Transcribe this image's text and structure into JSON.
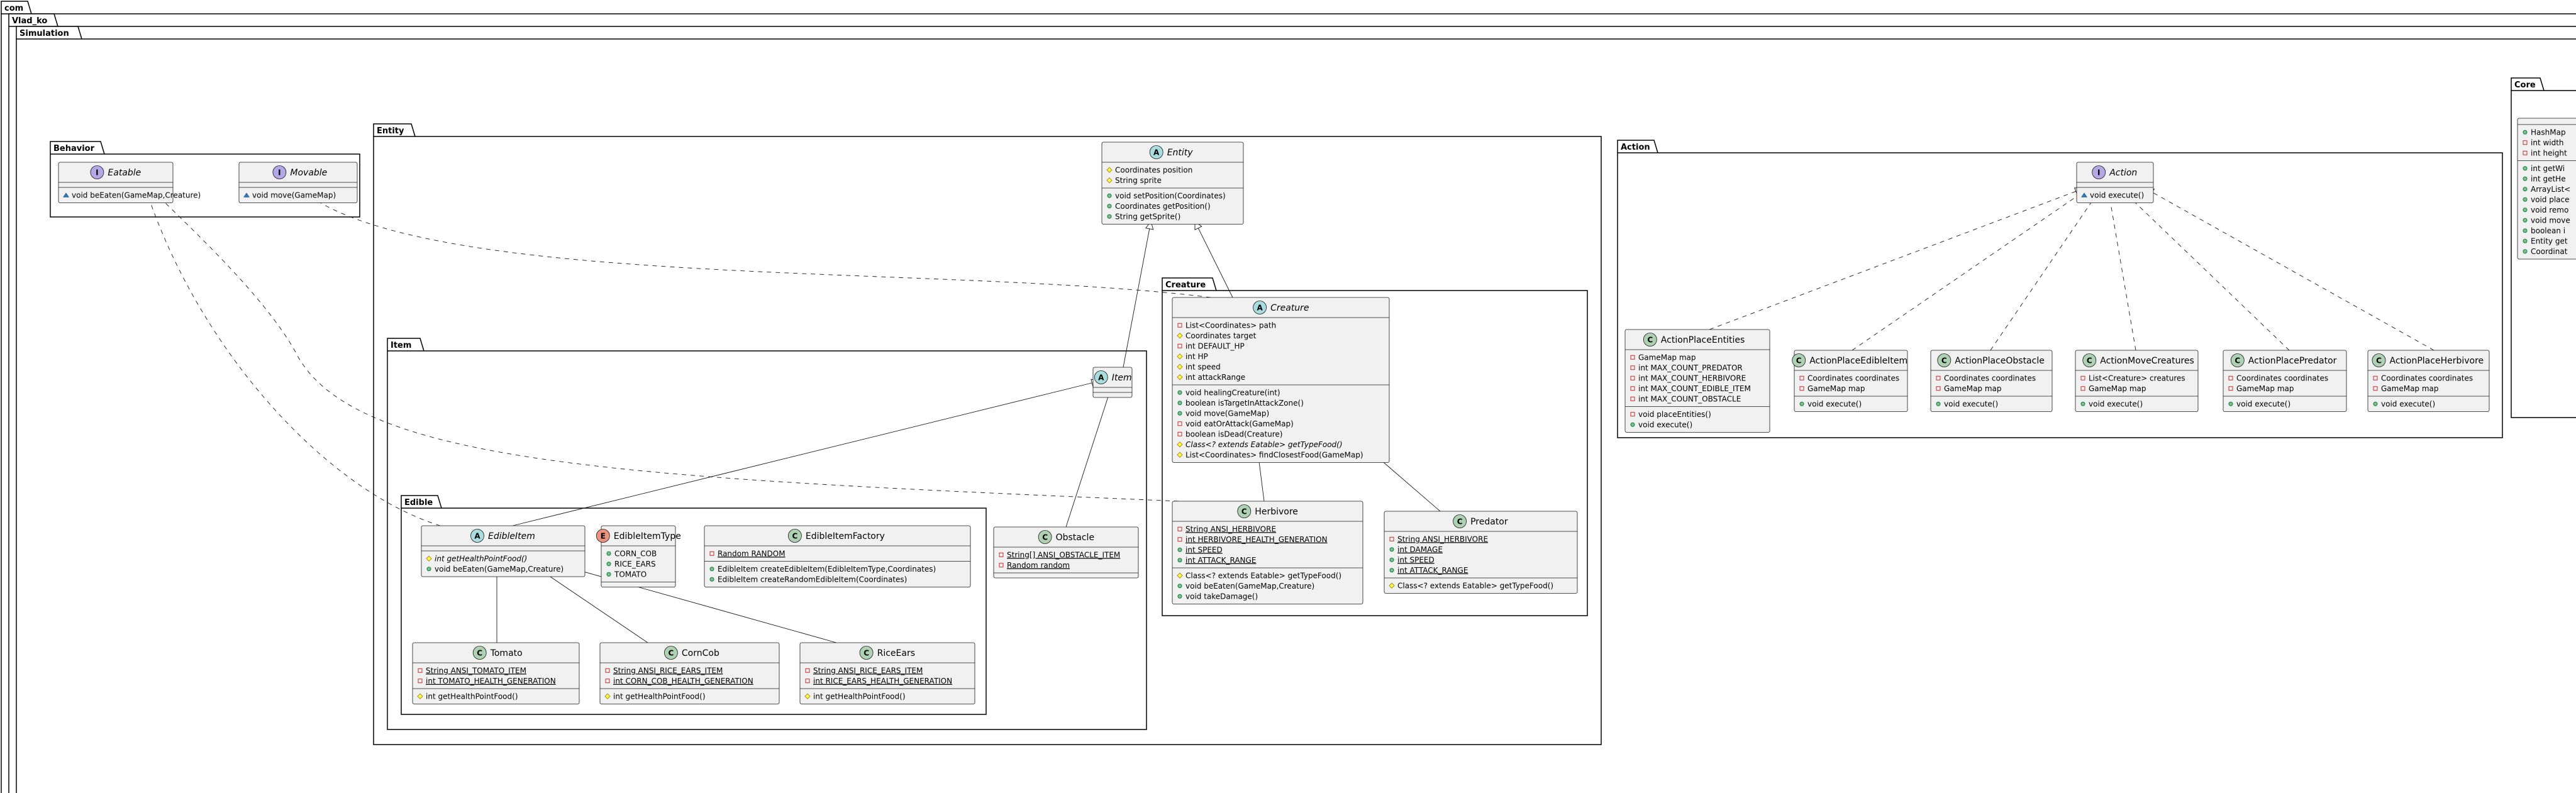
{
  "packages": [
    {
      "id": "com",
      "name": "com"
    },
    {
      "id": "vladko",
      "name": "Vlad_ko"
    },
    {
      "id": "simulation",
      "name": "Simulation"
    },
    {
      "id": "behavior",
      "name": "Behavior"
    },
    {
      "id": "entity",
      "name": "Entity"
    },
    {
      "id": "creature",
      "name": "Creature"
    },
    {
      "id": "item",
      "name": "Item"
    },
    {
      "id": "edible",
      "name": "Edible"
    },
    {
      "id": "action",
      "name": "Action"
    },
    {
      "id": "core",
      "name": "Core"
    }
  ],
  "classes": [
    {
      "id": "eatable",
      "kind": "interface",
      "name": "Eatable",
      "fields": [],
      "methods": [
        {
          "vis": "~",
          "text": "void beEaten(GameMap,Creature)"
        }
      ]
    },
    {
      "id": "movable",
      "kind": "interface",
      "name": "Movable",
      "fields": [],
      "methods": [
        {
          "vis": "~",
          "text": "void move(GameMap)"
        }
      ]
    },
    {
      "id": "entityc",
      "kind": "abstract",
      "name": "Entity",
      "fields": [
        {
          "vis": "#",
          "text": "Coordinates position"
        },
        {
          "vis": "#",
          "text": "String sprite"
        }
      ],
      "methods": [
        {
          "vis": "+",
          "text": "void setPosition(Coordinates)"
        },
        {
          "vis": "+",
          "text": "Coordinates getPosition()"
        },
        {
          "vis": "+",
          "text": "String getSprite()"
        }
      ]
    },
    {
      "id": "creaturec",
      "kind": "abstract",
      "name": "Creature",
      "fields": [
        {
          "vis": "-",
          "text": "List<Coordinates> path"
        },
        {
          "vis": "#",
          "text": "Coordinates target"
        },
        {
          "vis": "-",
          "text": "int DEFAULT_HP"
        },
        {
          "vis": "#",
          "text": "int HP"
        },
        {
          "vis": "#",
          "text": "int speed"
        },
        {
          "vis": "#",
          "text": "int attackRange"
        }
      ],
      "methods": [
        {
          "vis": "+",
          "text": "void healingCreature(int)"
        },
        {
          "vis": "+",
          "text": "boolean isTargetInAttackZone()"
        },
        {
          "vis": "+",
          "text": "void move(GameMap)"
        },
        {
          "vis": "-",
          "text": "void eatOrAttack(GameMap)"
        },
        {
          "vis": "-",
          "text": "boolean isDead(Creature)"
        },
        {
          "vis": "#",
          "text": "Class<? extends Eatable> getTypeFood()",
          "abstract": true
        },
        {
          "vis": "#",
          "text": "List<Coordinates> findClosestFood(GameMap)"
        }
      ]
    },
    {
      "id": "itemc",
      "kind": "abstract",
      "name": "Item",
      "fields": [],
      "methods": []
    },
    {
      "id": "herbivore",
      "kind": "class",
      "name": "Herbivore",
      "fields": [
        {
          "vis": "-",
          "text": "String ANSI_HERBIVORE",
          "static": true
        },
        {
          "vis": "-",
          "text": "int HERBIVORE_HEALTH_GENERATION",
          "static": true
        },
        {
          "vis": "+",
          "text": "int SPEED",
          "static": true
        },
        {
          "vis": "+",
          "text": "int ATTACK_RANGE",
          "static": true
        }
      ],
      "methods": [
        {
          "vis": "#",
          "text": "Class<? extends Eatable> getTypeFood()"
        },
        {
          "vis": "+",
          "text": "void beEaten(GameMap,Creature)"
        },
        {
          "vis": "+",
          "text": "void takeDamage()"
        }
      ]
    },
    {
      "id": "predator",
      "kind": "class",
      "name": "Predator",
      "fields": [
        {
          "vis": "-",
          "text": "String ANSI_HERBIVORE",
          "static": true
        },
        {
          "vis": "+",
          "text": "int DAMAGE",
          "static": true
        },
        {
          "vis": "+",
          "text": "int SPEED",
          "static": true
        },
        {
          "vis": "+",
          "text": "int ATTACK_RANGE",
          "static": true
        }
      ],
      "methods": [
        {
          "vis": "#",
          "text": "Class<? extends Eatable> getTypeFood()"
        }
      ]
    },
    {
      "id": "edibleitem",
      "kind": "abstract",
      "name": "EdibleItem",
      "fields": [],
      "methods": [
        {
          "vis": "#",
          "text": "int getHealthPointFood()",
          "abstract": true
        },
        {
          "vis": "+",
          "text": "void beEaten(GameMap,Creature)"
        }
      ]
    },
    {
      "id": "edibletype",
      "kind": "enum",
      "name": "EdibleItemType",
      "fields": [
        {
          "vis": "+",
          "text": "CORN_COB"
        },
        {
          "vis": "+",
          "text": "RICE_EARS"
        },
        {
          "vis": "+",
          "text": "TOMATO"
        }
      ],
      "methods": []
    },
    {
      "id": "ediblefactory",
      "kind": "class",
      "name": "EdibleItemFactory",
      "fields": [
        {
          "vis": "-",
          "text": "Random RANDOM",
          "static": true
        }
      ],
      "methods": [
        {
          "vis": "+",
          "text": "EdibleItem createEdibleItem(EdibleItemType,Coordinates)"
        },
        {
          "vis": "+",
          "text": "EdibleItem createRandomEdibleItem(Coordinates)"
        }
      ]
    },
    {
      "id": "obstacle",
      "kind": "class",
      "name": "Obstacle",
      "fields": [
        {
          "vis": "-",
          "text": "String[] ANSI_OBSTACLE_ITEM",
          "static": true
        },
        {
          "vis": "-",
          "text": "Random random",
          "static": true
        }
      ],
      "methods": []
    },
    {
      "id": "tomato",
      "kind": "class",
      "name": "Tomato",
      "fields": [
        {
          "vis": "-",
          "text": "String ANSI_TOMATO_ITEM",
          "static": true
        },
        {
          "vis": "-",
          "text": "int TOMATO_HEALTH_GENERATION",
          "static": true
        }
      ],
      "methods": [
        {
          "vis": "#",
          "text": "int getHealthPointFood()"
        }
      ]
    },
    {
      "id": "corncob",
      "kind": "class",
      "name": "CornCob",
      "fields": [
        {
          "vis": "-",
          "text": "String ANSI_RICE_EARS_ITEM",
          "static": true
        },
        {
          "vis": "-",
          "text": "int CORN_COB_HEALTH_GENERATION",
          "static": true
        }
      ],
      "methods": [
        {
          "vis": "#",
          "text": "int getHealthPointFood()"
        }
      ]
    },
    {
      "id": "riceears",
      "kind": "class",
      "name": "RiceEars",
      "fields": [
        {
          "vis": "-",
          "text": "String ANSI_RICE_EARS_ITEM",
          "static": true
        },
        {
          "vis": "-",
          "text": "int RICE_EARS_HEALTH_GENERATION",
          "static": true
        }
      ],
      "methods": [
        {
          "vis": "#",
          "text": "int getHealthPointFood()"
        }
      ]
    },
    {
      "id": "actioni",
      "kind": "interface",
      "name": "Action",
      "fields": [],
      "methods": [
        {
          "vis": "~",
          "text": "void execute()"
        }
      ]
    },
    {
      "id": "a_entities",
      "kind": "class",
      "name": "ActionPlaceEntities",
      "fields": [
        {
          "vis": "-",
          "text": "GameMap map"
        },
        {
          "vis": "-",
          "text": "int MAX_COUNT_PREDATOR"
        },
        {
          "vis": "-",
          "text": "int MAX_COUNT_HERBIVORE"
        },
        {
          "vis": "-",
          "text": "int MAX_COUNT_EDIBLE_ITEM"
        },
        {
          "vis": "-",
          "text": "int MAX_COUNT_OBSTACLE"
        }
      ],
      "methods": [
        {
          "vis": "-",
          "text": "void placeEntities()"
        },
        {
          "vis": "+",
          "text": "void execute()"
        }
      ]
    },
    {
      "id": "a_edible",
      "kind": "class",
      "name": "ActionPlaceEdibleItem",
      "fields": [
        {
          "vis": "-",
          "text": "Coordinates coordinates"
        },
        {
          "vis": "-",
          "text": "GameMap map"
        }
      ],
      "methods": [
        {
          "vis": "+",
          "text": "void execute()"
        }
      ]
    },
    {
      "id": "a_obstacle",
      "kind": "class",
      "name": "ActionPlaceObstacle",
      "fields": [
        {
          "vis": "-",
          "text": "Coordinates coordinates"
        },
        {
          "vis": "-",
          "text": "GameMap map"
        }
      ],
      "methods": [
        {
          "vis": "+",
          "text": "void execute()"
        }
      ]
    },
    {
      "id": "a_move",
      "kind": "class",
      "name": "ActionMoveCreatures",
      "fields": [
        {
          "vis": "-",
          "text": "List<Creature> creatures"
        },
        {
          "vis": "-",
          "text": "GameMap map"
        }
      ],
      "methods": [
        {
          "vis": "+",
          "text": "void execute()"
        }
      ]
    },
    {
      "id": "a_predator",
      "kind": "class",
      "name": "ActionPlacePredator",
      "fields": [
        {
          "vis": "-",
          "text": "Coordinates coordinates"
        },
        {
          "vis": "-",
          "text": "GameMap map"
        }
      ],
      "methods": [
        {
          "vis": "+",
          "text": "void execute()"
        }
      ]
    },
    {
      "id": "a_herbivore",
      "kind": "class",
      "name": "ActionPlaceHerbivore",
      "fields": [
        {
          "vis": "-",
          "text": "Coordinates coordinates"
        },
        {
          "vis": "-",
          "text": "GameMap map"
        }
      ],
      "methods": [
        {
          "vis": "+",
          "text": "void execute()"
        }
      ]
    },
    {
      "id": "gamemap",
      "kind": "partial",
      "name": "",
      "fields": [
        {
          "vis": "+",
          "text": "HashMap"
        },
        {
          "vis": "-",
          "text": "int width"
        },
        {
          "vis": "-",
          "text": "int height"
        }
      ],
      "methods": [
        {
          "vis": "+",
          "text": "int getWi"
        },
        {
          "vis": "+",
          "text": "int getHe"
        },
        {
          "vis": "+",
          "text": "ArrayList<"
        },
        {
          "vis": "+",
          "text": "void place"
        },
        {
          "vis": "+",
          "text": "void remo"
        },
        {
          "vis": "+",
          "text": "void move"
        },
        {
          "vis": "+",
          "text": "boolean i"
        },
        {
          "vis": "+",
          "text": "Entity get"
        },
        {
          "vis": "+",
          "text": "Coordinat"
        }
      ]
    }
  ],
  "relations": [
    {
      "from": "entityc",
      "to": "itemc",
      "type": "extends"
    },
    {
      "from": "entityc",
      "to": "creaturec",
      "type": "extends"
    },
    {
      "from": "itemc",
      "to": "edibleitem",
      "type": "extends"
    },
    {
      "from": "itemc",
      "to": "obstacle",
      "type": "extends"
    },
    {
      "from": "creaturec",
      "to": "herbivore",
      "type": "extends"
    },
    {
      "from": "creaturec",
      "to": "predator",
      "type": "extends"
    },
    {
      "from": "edibleitem",
      "to": "tomato",
      "type": "extends"
    },
    {
      "from": "edibleitem",
      "to": "corncob",
      "type": "extends"
    },
    {
      "from": "edibleitem",
      "to": "riceears",
      "type": "extends"
    },
    {
      "from": "eatable",
      "to": "edibleitem",
      "type": "implements"
    },
    {
      "from": "eatable",
      "to": "herbivore",
      "type": "implements"
    },
    {
      "from": "movable",
      "to": "creaturec",
      "type": "implements"
    },
    {
      "from": "actioni",
      "to": "a_entities",
      "type": "implements"
    },
    {
      "from": "actioni",
      "to": "a_edible",
      "type": "implements"
    },
    {
      "from": "actioni",
      "to": "a_obstacle",
      "type": "implements"
    },
    {
      "from": "actioni",
      "to": "a_move",
      "type": "implements"
    },
    {
      "from": "actioni",
      "to": "a_predator",
      "type": "implements"
    },
    {
      "from": "actioni",
      "to": "a_herbivore",
      "type": "implements"
    }
  ],
  "colors": {
    "classFill": "#F1F1F1",
    "classBorder": "#181818",
    "packageBorder": "#000000",
    "circleClass": "#ADD1B2",
    "circleAbstract": "#A9DCDF",
    "circleInterface": "#B4A7E5",
    "circleEnum": "#EB937F",
    "visPrivateBorder": "#C82930",
    "visProtected": "#FFFF44",
    "visProtectedBorder": "#B38D22",
    "visPublic": "#84BE84",
    "visPublicBorder": "#038048",
    "visPackage": "#4177AF",
    "visPackageBorder": "#1963A0"
  }
}
